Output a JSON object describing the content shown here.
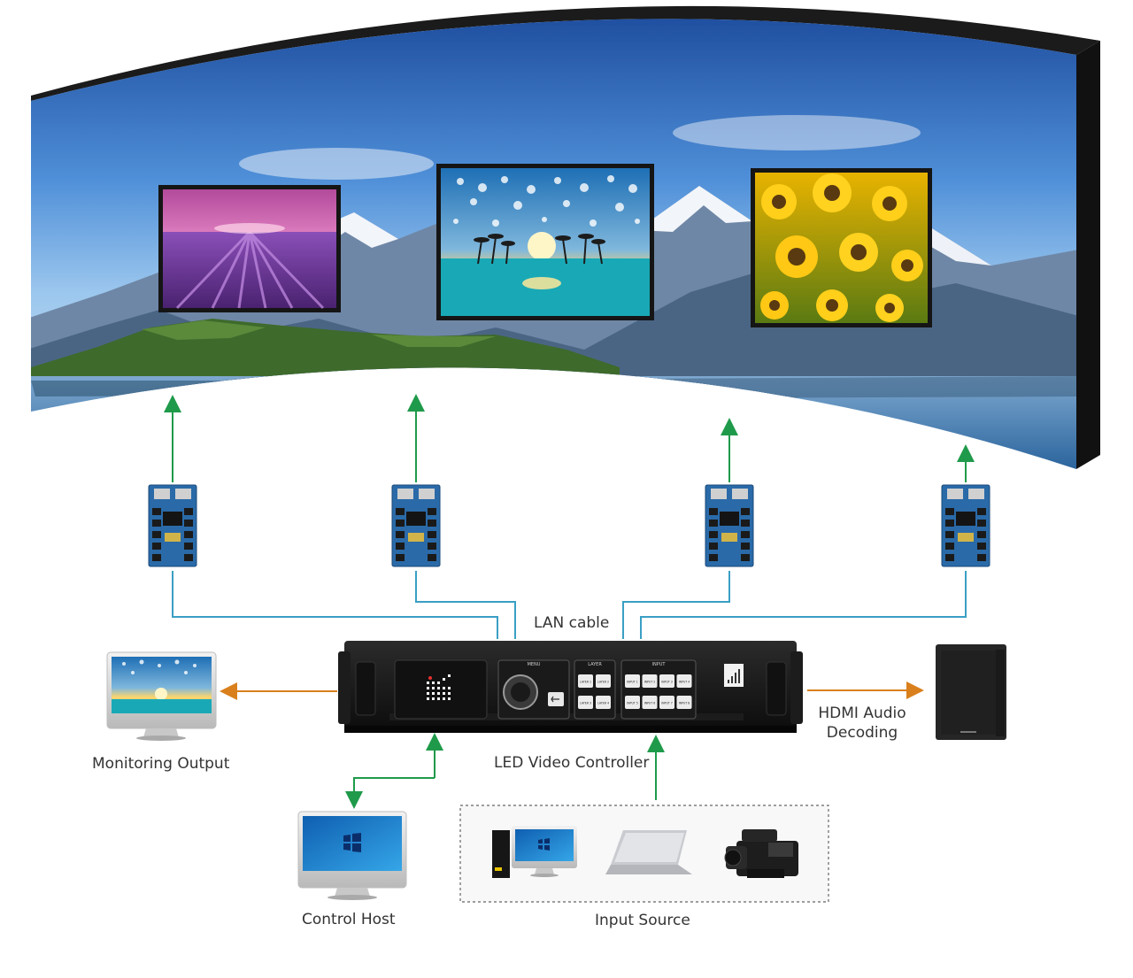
{
  "labels": {
    "lan_cable": "LAN cable",
    "led_video_controller": "LED Video Controller",
    "monitoring_output": "Monitoring Output",
    "hdmi_audio_line1": "HDMI Audio",
    "hdmi_audio_line2": "Decoding",
    "control_host": "Control Host",
    "input_source": "Input Source"
  },
  "controller": {
    "menu": "MENU",
    "layer": "LAYER",
    "input": "INPUT",
    "layer_buttons": [
      "LAYER 1",
      "LAYER 2",
      "LAYER 3",
      "LAYER 4"
    ],
    "input_buttons": [
      "INPUT 1",
      "INPUT 2",
      "INPUT 3",
      "INPUT 4",
      "INPUT 5",
      "INPUT 6",
      "INPUT 7",
      "INPUT 8"
    ]
  },
  "colors": {
    "green_arrow": "#1f9a4a",
    "teal_cable": "#3a9fc4",
    "orange_arrow": "#d9801c",
    "receiver_card": "#2a6aa8"
  }
}
